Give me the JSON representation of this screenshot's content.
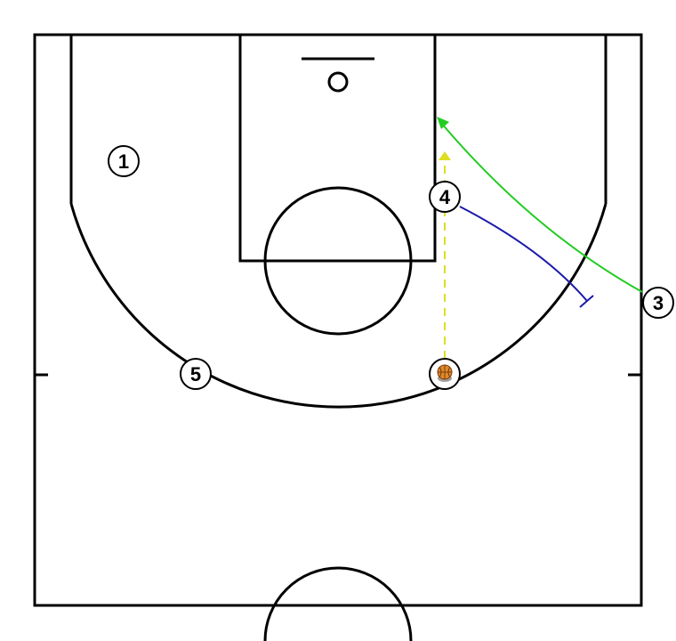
{
  "players": [
    {
      "id": "p1",
      "label": "1"
    },
    {
      "id": "p3",
      "label": "3"
    },
    {
      "id": "p4",
      "label": "4"
    },
    {
      "id": "p5",
      "label": "5"
    },
    {
      "id": "p2",
      "label": ""
    }
  ],
  "movements": [
    {
      "id": "cut",
      "from": "3",
      "type": "cut",
      "color": "#22cc22"
    },
    {
      "id": "screen",
      "from": "4",
      "type": "screen",
      "color": "#1a1aaa"
    },
    {
      "id": "dribble",
      "from": "ball-handler",
      "type": "dribble",
      "color": "#dddd22"
    }
  ],
  "colors": {
    "court_lines": "#000000",
    "ball": "#e08a2c",
    "background": "#ffffff"
  },
  "icons": {
    "ball": "basketball-icon",
    "rim": "rim-icon"
  }
}
